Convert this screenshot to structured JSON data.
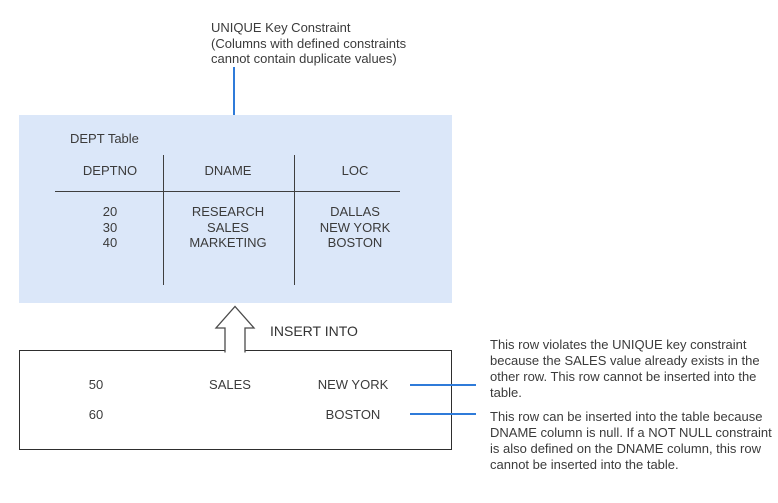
{
  "colors": {
    "table_fill": "#dbe7f9",
    "connector_blue": "#2f7bd9",
    "text_dark": "#3b3b3b",
    "line_dark": "#3f3f3f"
  },
  "annotation_top": {
    "title": "UNIQUE Key Constraint",
    "subtitle": "(Columns with defined constraints cannot contain duplicate values)"
  },
  "dept_table": {
    "title": "DEPT Table",
    "columns": [
      "DEPTNO",
      "DNAME",
      "LOC"
    ],
    "rows": [
      [
        "20",
        "RESEARCH",
        "DALLAS"
      ],
      [
        "30",
        "SALES",
        "NEW YORK"
      ],
      [
        "40",
        "MARKETING",
        "BOSTON"
      ]
    ]
  },
  "insert_label": "INSERT INTO",
  "insert_rows": {
    "rows": [
      [
        "50",
        "SALES",
        "NEW YORK"
      ],
      [
        "60",
        "",
        "BOSTON"
      ]
    ]
  },
  "annotations_right": [
    "This row violates the UNIQUE key constraint because the SALES value already exists in the other row. This row cannot be inserted into the table.",
    "This row can be inserted into the table because DNAME column is null. If a NOT NULL constraint is also defined on the DNAME column, this row cannot be inserted into the table."
  ]
}
